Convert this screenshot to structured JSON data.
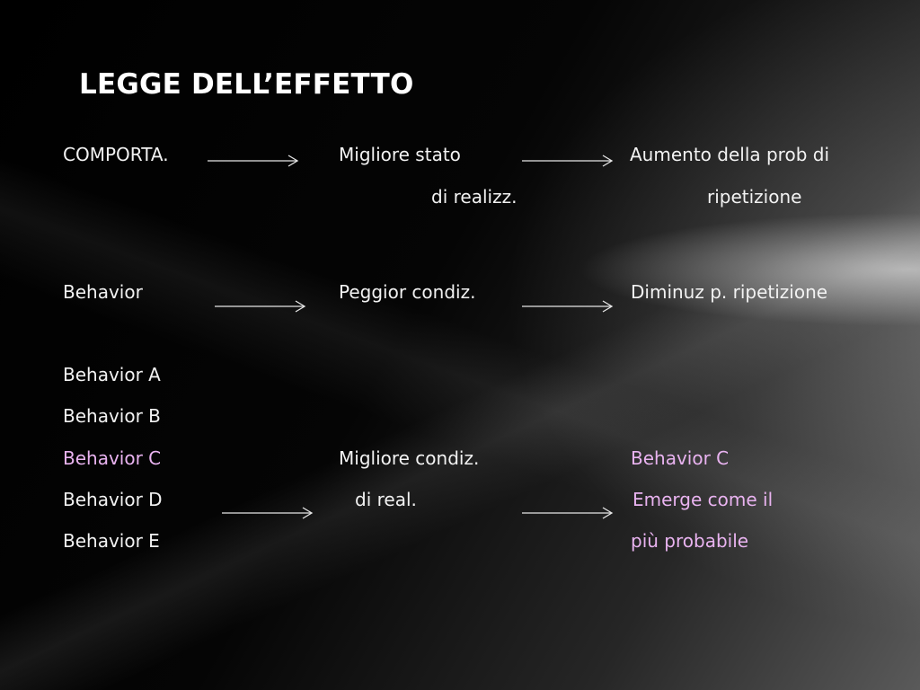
{
  "slide": {
    "title": "LEGGE DELL’EFFETTO",
    "accent_color": "#e9b3f0",
    "row1": {
      "col1": "COMPORTA.",
      "col2_line1": "Migliore stato",
      "col2_line2": "di realizz.",
      "col3_line1": "Aumento della prob di",
      "col3_line2": "ripetizione"
    },
    "row2": {
      "col1": "Behavior",
      "col2": "Peggior condiz.",
      "col3": "Diminuz p. ripetizione"
    },
    "behaviors": [
      "Behavior A",
      "Behavior B",
      "Behavior C",
      "Behavior D",
      "Behavior E"
    ],
    "row3": {
      "col2_line1": "Migliore condiz.",
      "col2_line2": "di real.",
      "col3_line1": "Behavior C",
      "col3_line2": "Emerge come il",
      "col3_line3": "più probabile"
    }
  }
}
